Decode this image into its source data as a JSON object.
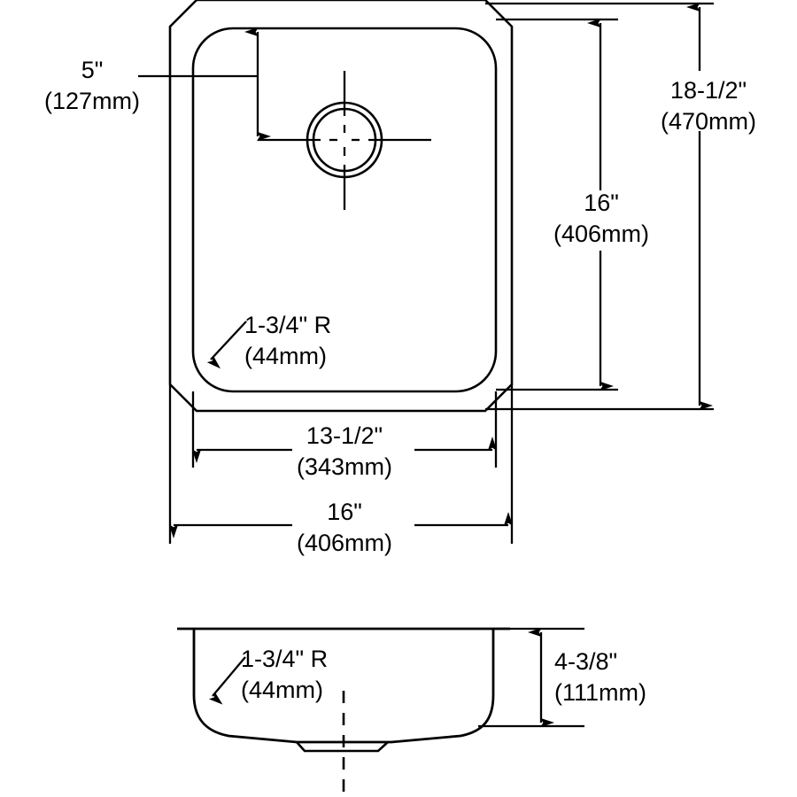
{
  "drawing": {
    "title": "Undermount single bowl sink dimensional drawing",
    "stroke_color": "#000000",
    "background": "#ffffff",
    "views": [
      {
        "name": "top-view",
        "label": "Top view of sink bowl with drain opening"
      },
      {
        "name": "section-view",
        "label": "Front cross-section view of sink bowl"
      }
    ]
  },
  "dimensions": {
    "drain_from_top": {
      "imperial": "5\"",
      "metric": "(127mm)"
    },
    "inner_height": {
      "imperial": "16\"",
      "metric": "(406mm)"
    },
    "outer_height": {
      "imperial": "18-1/2\"",
      "metric": "(470mm)"
    },
    "corner_radius_top": {
      "imperial": "1-3/4\" R",
      "metric": "(44mm)"
    },
    "inner_width": {
      "imperial": "13-1/2\"",
      "metric": "(343mm)"
    },
    "outer_width": {
      "imperial": "16\"",
      "metric": "(406mm)"
    },
    "corner_radius_section": {
      "imperial": "1-3/4\" R",
      "metric": "(44mm)"
    },
    "bowl_depth": {
      "imperial": "4-3/8\"",
      "metric": "(111mm)"
    }
  }
}
